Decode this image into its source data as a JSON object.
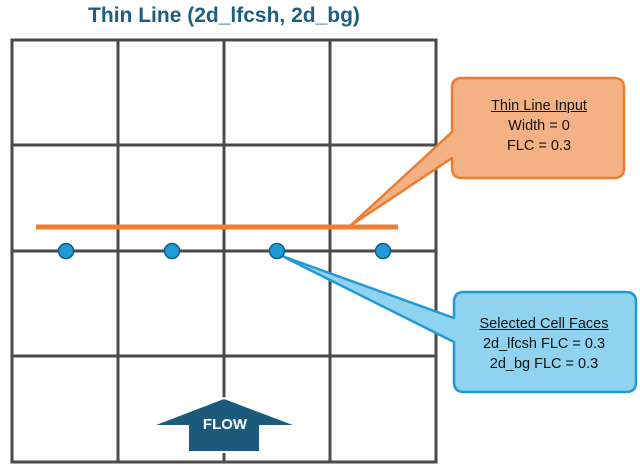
{
  "title": "Thin Line (2d_lfcsh, 2d_bg)",
  "thin_line_callout": {
    "heading": "Thin Line Input",
    "lines": [
      "Width = 0",
      "FLC = 0.3"
    ]
  },
  "cell_faces_callout": {
    "heading": "Selected Cell Faces",
    "lines": [
      "2d_lfcsh FLC = 0.3",
      "2d_bg FLC = 0.3"
    ]
  },
  "flow_label": "FLOW",
  "colors": {
    "title": "#1d5f7f",
    "grid": "#4a4a4a",
    "thin_line": "#ed7d31",
    "thin_line_callout_fill": "#f4b183",
    "cell_face_marker": "#1f9ad6",
    "cell_faces_callout_fill": "#8fd3f0",
    "flow_arrow": "#1b5a7a"
  }
}
